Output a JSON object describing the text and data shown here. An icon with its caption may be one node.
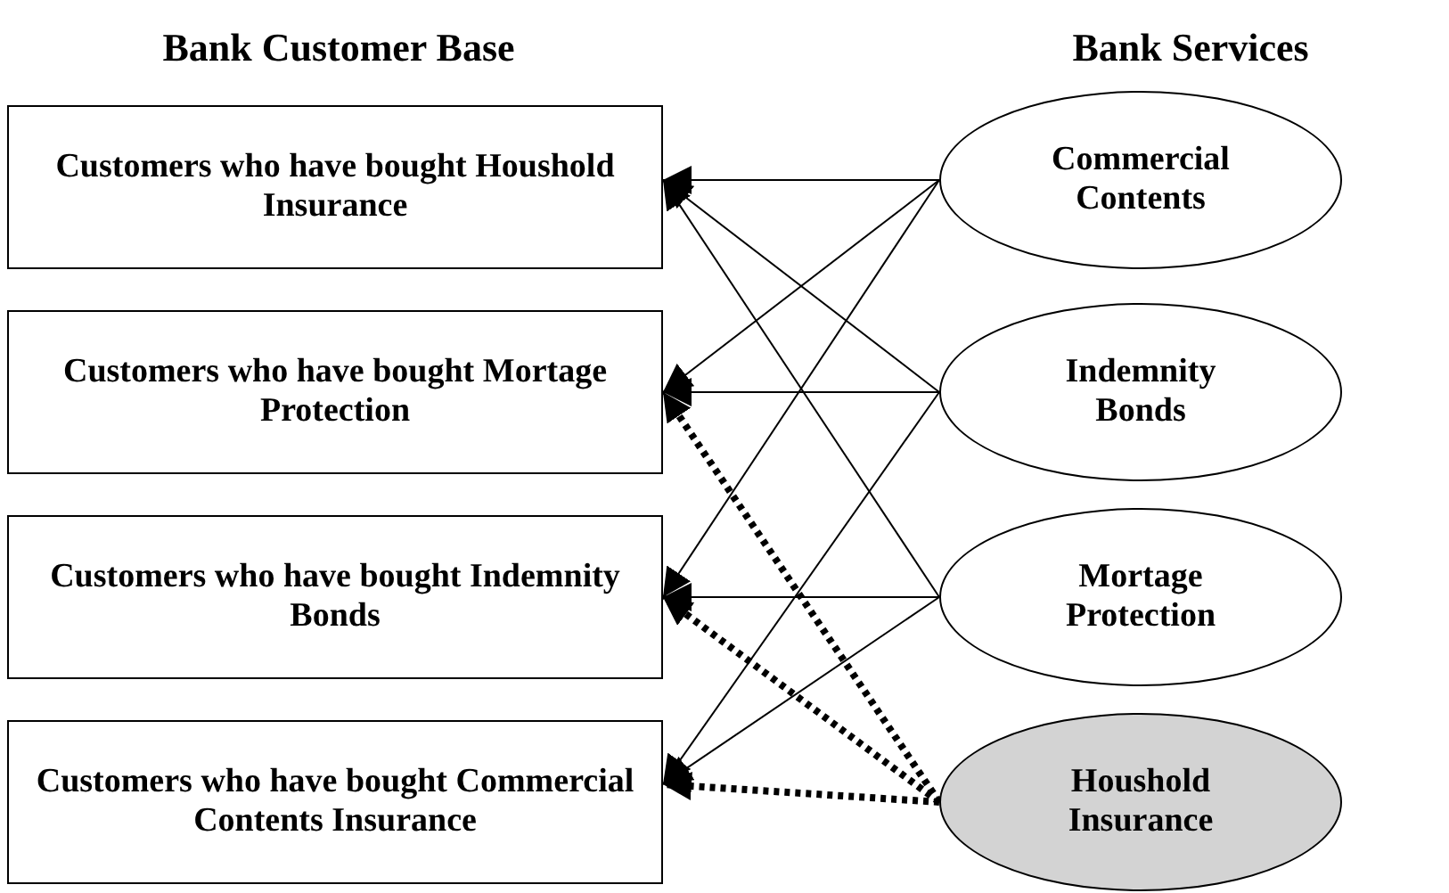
{
  "diagram": {
    "nodes": [
      {
        "text": [
          "Customers who have bought Houshold Insurance"
        ]
      },
      {
        "text": [
          "Customers who have bought Mortage Protection"
        ]
      },
      {
        "text": [
          "Customers who have bought Indemnity Bonds"
        ]
      },
      {
        "text": [
          "Customers who have bought Commercial Contents Insurance"
        ]
      },
      {
        "text": [
          "Commercial Contents"
        ]
      },
      {
        "text": [
          "Indemnity Bonds"
        ]
      },
      {
        "text": [
          "Mortage Protection"
        ]
      },
      {
        "text": [
          "Houshold Insurance"
        ]
      }
    ],
    "edges": [
      {
        "from": 4,
        "to": 0,
        "arrow": "to"
      },
      {
        "from": 4,
        "to": 1,
        "arrow": "to"
      },
      {
        "from": 4,
        "to": 2,
        "arrow": "to"
      },
      {
        "from": 5,
        "to": 0,
        "arrow": "to"
      },
      {
        "from": 5,
        "to": 1,
        "arrow": "to"
      },
      {
        "from": 5,
        "to": 3,
        "arrow": "to"
      },
      {
        "from": 6,
        "to": 0,
        "arrow": "to"
      },
      {
        "from": 6,
        "to": 2,
        "arrow": "to"
      },
      {
        "from": 6,
        "to": 3,
        "arrow": "to"
      },
      {
        "from": 7,
        "to": 1,
        "arrow": "to",
        "style": "dashed"
      },
      {
        "from": 7,
        "to": 2,
        "arrow": "to",
        "style": "dashed"
      },
      {
        "from": 7,
        "to": 3,
        "arrow": "to",
        "style": "dashed"
      }
    ],
    "labels": [
      "Bank Customer Base",
      "Bank Services"
    ]
  }
}
